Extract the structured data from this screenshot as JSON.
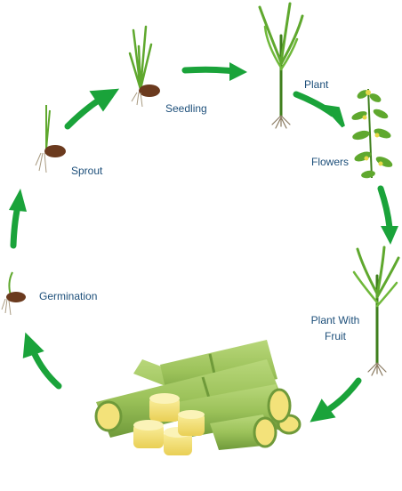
{
  "stages": {
    "seedling": "Seedling",
    "plant": "Plant",
    "flowers": "Flowers",
    "plant_with_fruit_line1": "Plant With",
    "plant_with_fruit_line2": "Fruit",
    "germination": "Germination",
    "sprout": "Sprout"
  },
  "colors": {
    "arrow": "#1aa33a",
    "label": "#1d4f7a",
    "leaf": "#5fa82e",
    "leaf_dark": "#3f7f1d",
    "seed": "#6b3a1e",
    "root": "#8a7a60",
    "cane_green": "#9cc25a",
    "cane_dark": "#6f9a3a",
    "cane_cut": "#f3e27a",
    "flower_yellow": "#e8d94a"
  }
}
